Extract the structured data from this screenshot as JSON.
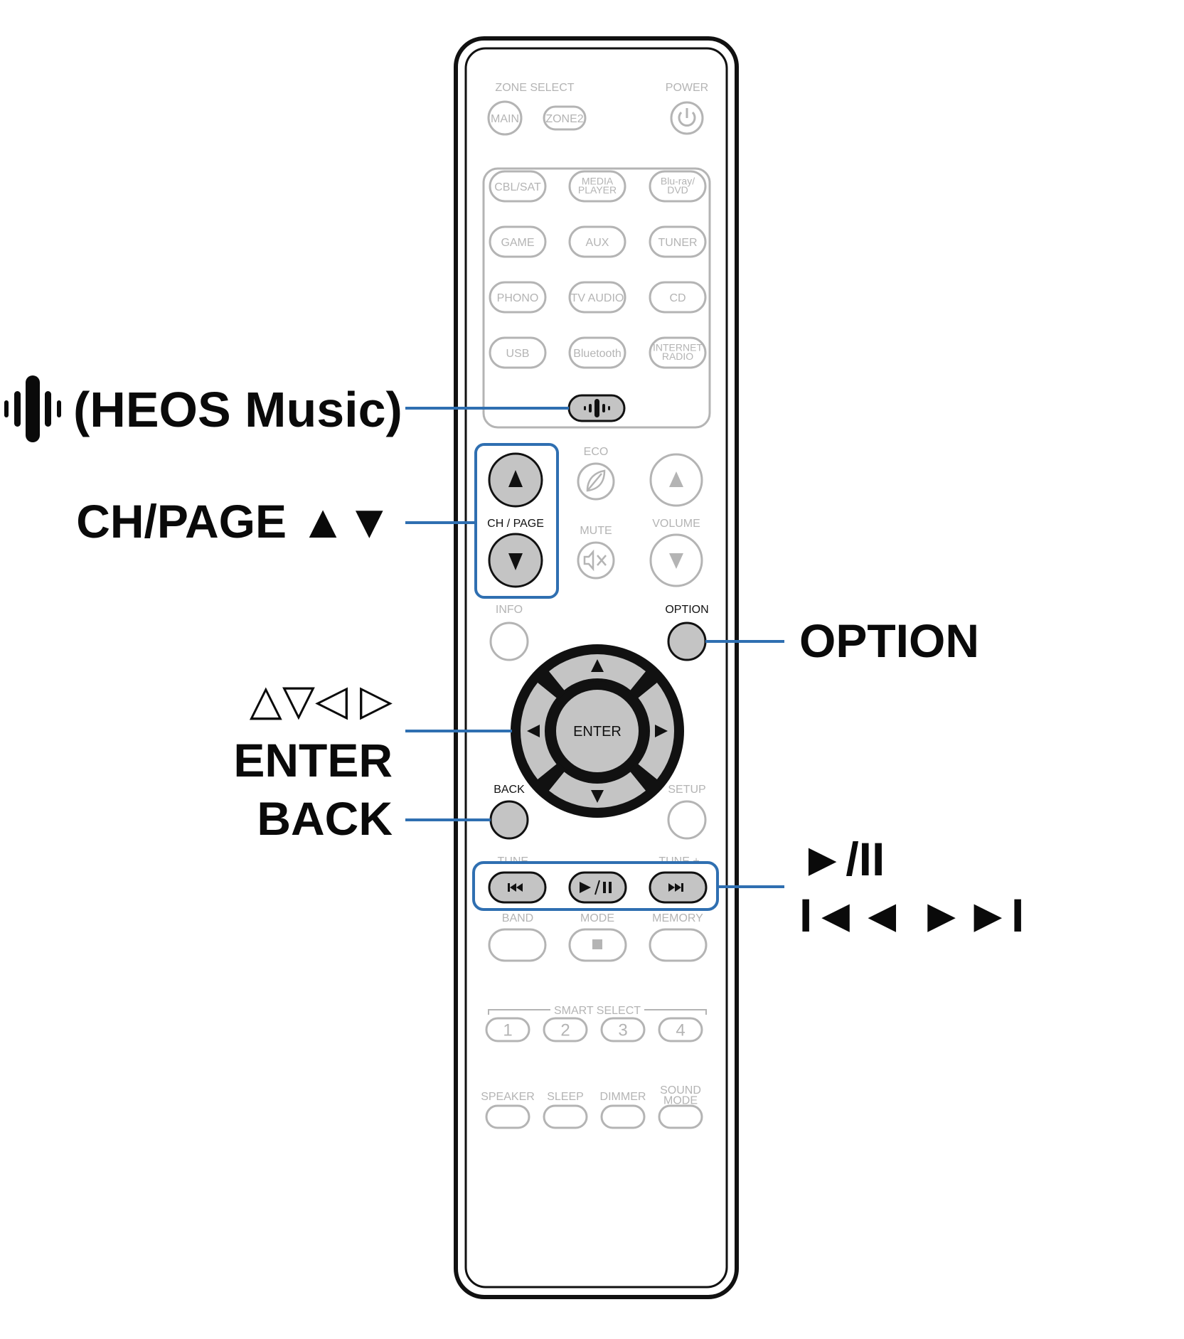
{
  "colors": {
    "accent_blue": "#2f6fb1",
    "inactive_gray": "#b4b4b4",
    "button_fill": "#c4c4c4",
    "outline_dark": "#1a1a1a"
  },
  "callouts": {
    "heos_music": "(HEOS Music)",
    "ch_page": "CH/PAGE ▲▼",
    "option": "OPTION",
    "cursor": "△▽◁ ▷",
    "enter": "ENTER",
    "back": "BACK",
    "play_pause": "►/II",
    "skip": "I◄◄ ►►I"
  },
  "remote": {
    "zone_select": "ZONE SELECT",
    "power": "POWER",
    "main": "MAIN",
    "zone2": "ZONE2",
    "sources": [
      [
        "CBL/SAT",
        "MEDIA|PLAYER",
        "Blu-ray/|DVD"
      ],
      [
        "GAME",
        "AUX",
        "TUNER"
      ],
      [
        "PHONO",
        "TV AUDIO",
        "CD"
      ],
      [
        "USB",
        "Bluetooth",
        "INTERNET|RADIO"
      ]
    ],
    "eco": "ECO",
    "mute": "MUTE",
    "volume": "VOLUME",
    "ch_page": "CH / PAGE",
    "info": "INFO",
    "option": "OPTION",
    "enter": "ENTER",
    "back": "BACK",
    "setup": "SETUP",
    "tune_minus": "TUNE –",
    "tune_plus": "TUNE +",
    "band": "BAND",
    "mode": "MODE",
    "memory": "MEMORY",
    "smart_select": "SMART SELECT",
    "smart_buttons": [
      "1",
      "2",
      "3",
      "4"
    ],
    "bottom_row": [
      "SPEAKER",
      "SLEEP",
      "DIMMER",
      "SOUND|MODE"
    ]
  }
}
